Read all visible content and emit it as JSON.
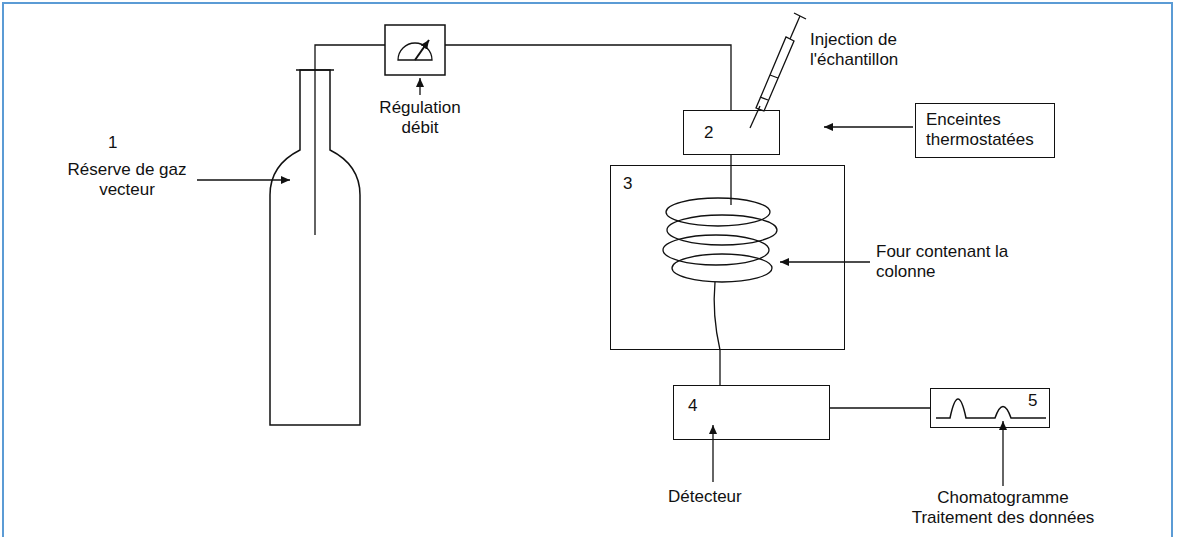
{
  "diagram": {
    "nodes": [
      {
        "text": [
          "2"
        ]
      },
      {
        "text": [
          "Enceintes thermostatées"
        ]
      },
      {
        "text": [
          "3"
        ]
      },
      {
        "text": [
          "4"
        ]
      },
      {
        "text": [
          "5"
        ]
      }
    ],
    "edges": [
      {
        "from": 0,
        "to": 2,
        "arrow": "none"
      },
      {
        "from": 2,
        "to": 3,
        "arrow": "none"
      },
      {
        "from": 3,
        "to": 4,
        "arrow": "none"
      }
    ],
    "labels": [
      "1",
      "Réserve de gaz vecteur",
      "Régulation débit",
      "Injection de l'échantillon",
      "Four contenant la colonne",
      "Détecteur",
      "Chomatogramme Traitement des données"
    ]
  }
}
